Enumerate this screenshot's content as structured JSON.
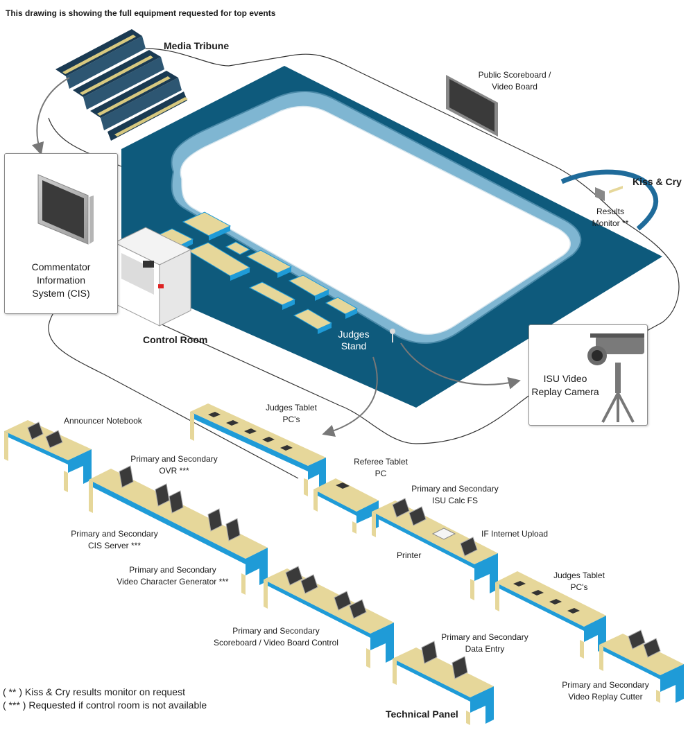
{
  "page": {
    "title": "This drawing is showing the full equipment requested for top events"
  },
  "venue": {
    "media_tribune": "Media Tribune",
    "public_scoreboard": "Public Scoreboard /\nVideo Board",
    "kiss_and_cry": "Kiss & Cry",
    "results_monitor": "Results\nMonitor **",
    "cis": "Commentator\nInformation\nSystem (CIS)",
    "control_room": "Control Room",
    "judges_stand": "Judges\nStand",
    "replay_camera": "ISU Video\nReplay Camera"
  },
  "equipment": {
    "announcer_notebook": "Announcer Notebook",
    "judges_tablet_1": "Judges Tablet\nPC's",
    "ovr": "Primary and Secondary\nOVR ***",
    "referee_tablet": "Referee Tablet\nPC",
    "isu_calc": "Primary and Secondary\nISU Calc FS",
    "cis_server": "Primary and Secondary\nCIS Server ***",
    "if_internet_upload": "IF Internet Upload",
    "printer": "Printer",
    "video_cg": "Primary and Secondary\nVideo Character Generator ***",
    "judges_tablet_2": "Judges Tablet\nPC's",
    "scoreboard_control": "Primary and Secondary\nScoreboard / Video Board Control",
    "data_entry": "Primary and Secondary\nData Entry",
    "video_replay_cutter": "Primary and Secondary\nVideo Replay Cutter",
    "technical_panel": "Technical Panel"
  },
  "footnotes": {
    "double_star": "( ** ) Kiss & Cry results monitor on request",
    "triple_star": "( *** ) Requested if control room is not available"
  },
  "colors": {
    "rink_floor": "#0e5a7c",
    "ice": "#ffffff",
    "board_edge": "#5a9ec0",
    "desk_top": "#e6d79a",
    "desk_side": "#1f9bd7",
    "screen": "#3a3a3a",
    "arrow": "#777777"
  }
}
